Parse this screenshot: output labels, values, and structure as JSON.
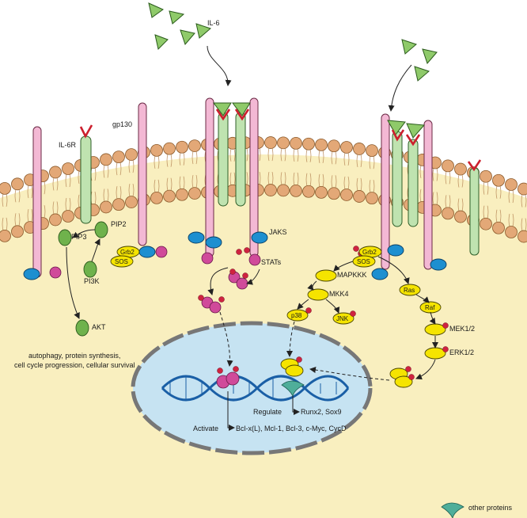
{
  "labels": {
    "il6": "IL-6",
    "gp130": "gp130",
    "il6r": "IL-6R",
    "pip2": "PIP2",
    "pip3": "PIP3",
    "pi3k": "PI3K",
    "grb2_left": "Grb2",
    "sos_left": "SOS",
    "akt": "AKT",
    "akt_outcomes_line1": "autophagy, protein synthesis,",
    "akt_outcomes_line2": "cell cycle progression, cellular survival",
    "jaks": "JAKS",
    "stats": "STATs",
    "grb2_right": "Grb2",
    "sos_right": "SOS",
    "mapkkk": "MAPKKK",
    "mkk4": "MKK4",
    "p38": "p38",
    "jnk": "JNK",
    "ras": "Ras",
    "raf": "Raf",
    "mek": "MEK1/2",
    "erk": "ERK1/2",
    "regulate": "Regulate",
    "regulate_targets": "Runx2, Sox9",
    "activate": "Activate",
    "activate_targets": "Bcl-x(L), Mcl-1, Bcl-3, c-Myc, CycD",
    "legend_other_proteins": "other proteins"
  },
  "colors": {
    "membrane_fill": "#f9efbf",
    "lipid_head": "#e3a877",
    "nucleus_fill": "#c6e3f2",
    "dna": "#1a5fa6",
    "pink_receptor": "#f3b8d4",
    "green_receptor": "#bfe3b0",
    "kinase_yellow": "#f5e400",
    "phosphate_red": "#cf2340",
    "jak_blue": "#1d8fd0",
    "stat_magenta": "#d04a9a",
    "other_protein_teal": "#4fae9a"
  }
}
